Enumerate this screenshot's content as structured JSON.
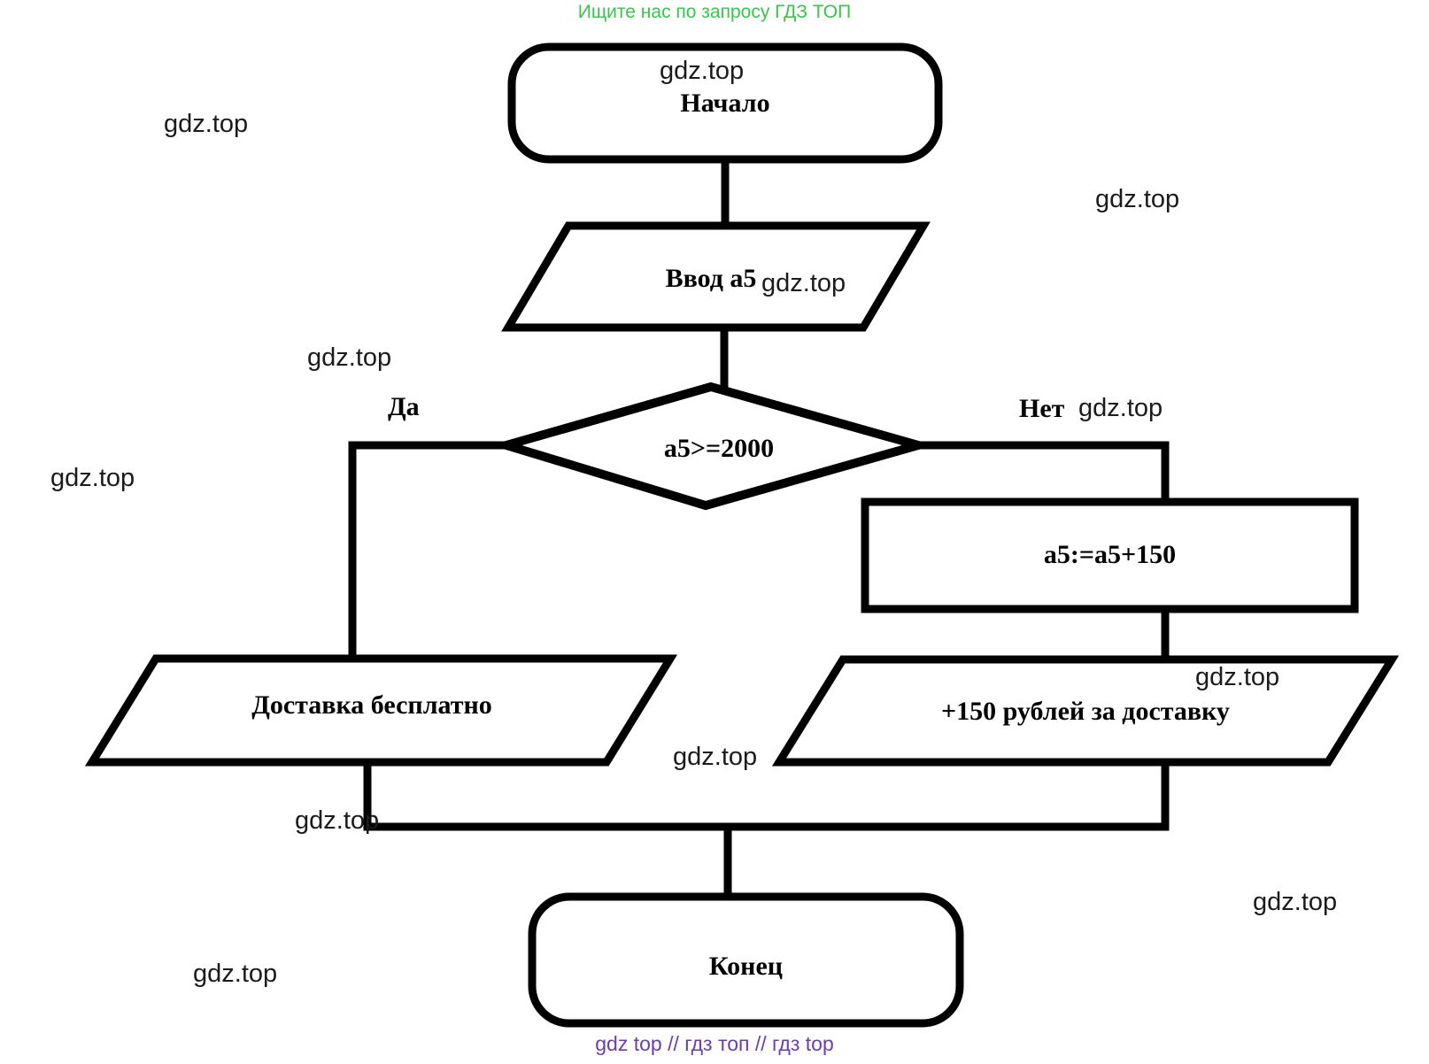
{
  "header": {
    "promo_text": "Ищите нас по запросу ГДЗ ТОП"
  },
  "footer": {
    "promo_text": "gdz top  //  гдз топ  //  гдз top"
  },
  "watermark": {
    "text": "gdz.top"
  },
  "colors": {
    "promo_green": "#3cc24e",
    "promo_purple": "#6b3fa5",
    "flowchart_line": "#000000",
    "watermark_text": "#1b1b1b"
  },
  "flowchart": {
    "nodes": [
      {
        "id": "start",
        "type": "terminator",
        "label": "Начало"
      },
      {
        "id": "input",
        "type": "io",
        "label": "Ввод a5"
      },
      {
        "id": "decision",
        "type": "decision",
        "label": "a5>=2000"
      },
      {
        "id": "free",
        "type": "io",
        "label": "Доставка бесплатно"
      },
      {
        "id": "add",
        "type": "process",
        "label": "a5:=a5+150"
      },
      {
        "id": "pay",
        "type": "io",
        "label": "+150 рублей за доставку"
      },
      {
        "id": "end",
        "type": "terminator",
        "label": "Конец"
      }
    ],
    "branch_labels": {
      "yes": "Да",
      "no": "Нет"
    }
  }
}
